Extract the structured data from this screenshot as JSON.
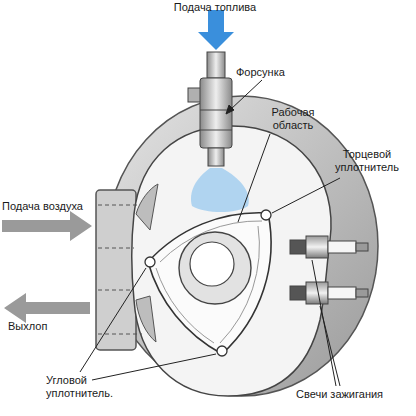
{
  "diagram": {
    "labels": [
      "Подача топлива",
      "Форсунка",
      "Рабочая область",
      "Торцевой уплотнитель",
      "Подача воздуха",
      "Выхлоп",
      "Угловой уплотнитель.",
      "Свечи зажигания"
    ]
  }
}
